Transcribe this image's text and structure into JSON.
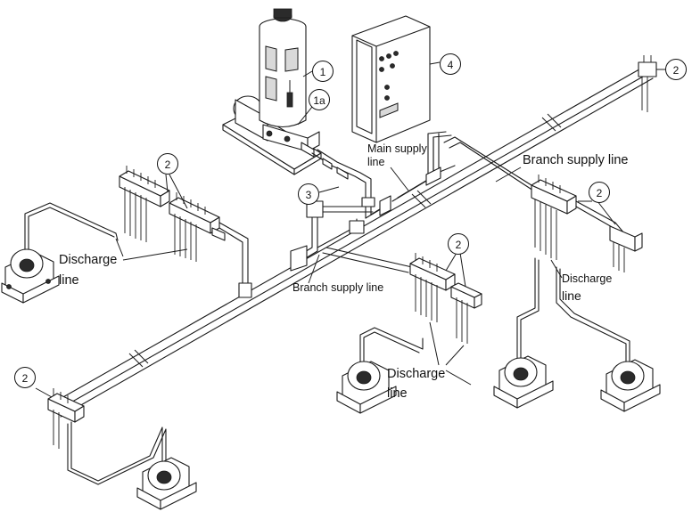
{
  "callouts": {
    "pump": "1",
    "pump_outlet": "1a",
    "controller": "4",
    "fitting": "3",
    "distributor": "2"
  },
  "labels": {
    "main_supply_line": [
      "Main supply",
      "line"
    ],
    "branch_supply_line_right": "Branch supply line",
    "branch_supply_line_center": "Branch supply line",
    "discharge_line_left": [
      "Discharge",
      "line"
    ],
    "discharge_line_center": [
      "Discharge",
      "line"
    ],
    "discharge_line_right": [
      "Discharge",
      "line"
    ]
  }
}
